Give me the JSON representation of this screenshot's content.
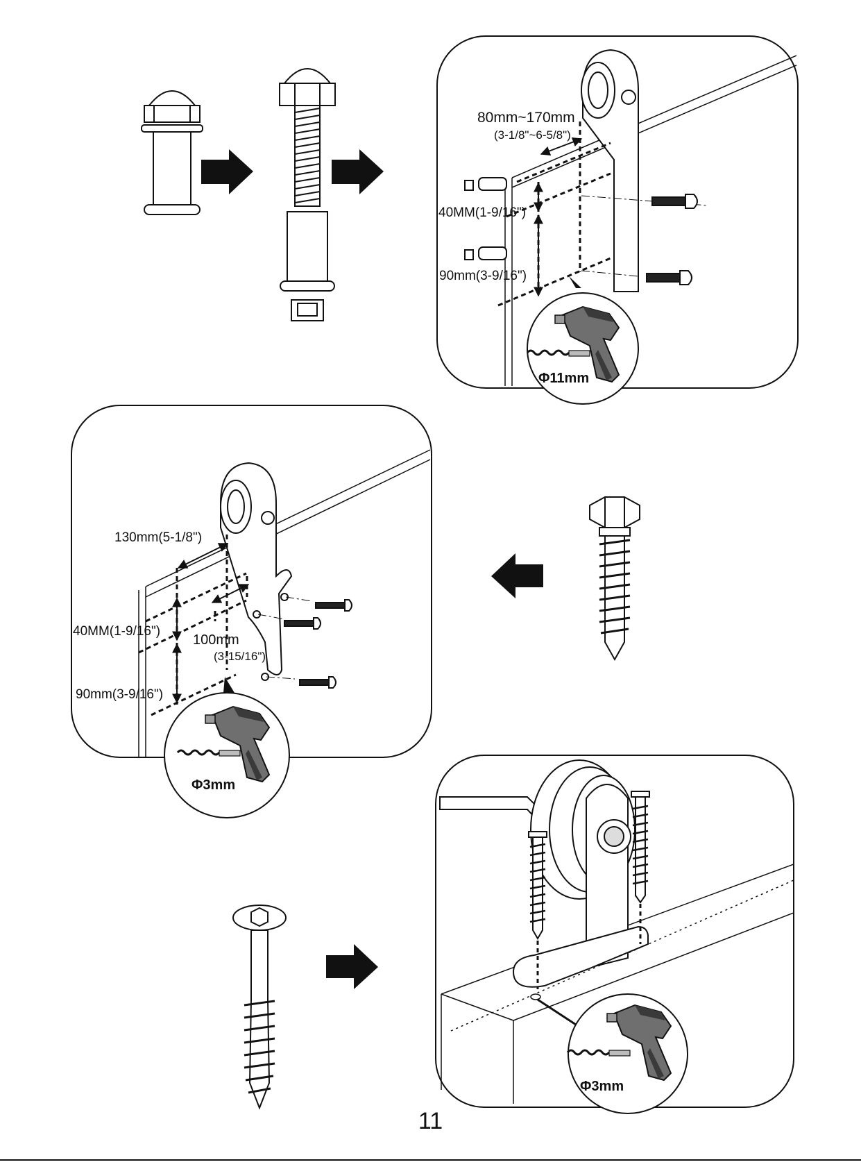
{
  "panel_1": {
    "width_dim": "80mm~170mm",
    "width_dim_imperial": "(3-1/8\"~6-5/8\")",
    "height_dim_1": "40MM(1-9/16\")",
    "height_dim_2": "90mm(3-9/16\")",
    "drill_size": "Φ11mm"
  },
  "panel_2": {
    "width_dim": "130mm(5-1/8\")",
    "height_dim_1": "40MM(1-9/16\")",
    "height_dim_2": "90mm(3-9/16\")",
    "offset_dim": "100mm",
    "offset_dim_imperial": "(3-15/16\")",
    "drill_size": "Φ3mm"
  },
  "panel_3": {
    "drill_size": "Φ3mm"
  },
  "page_number": "11",
  "colors": {
    "ink": "#111111",
    "drill_body": "#6f6f6f",
    "drill_dark": "#3a3a3a"
  }
}
